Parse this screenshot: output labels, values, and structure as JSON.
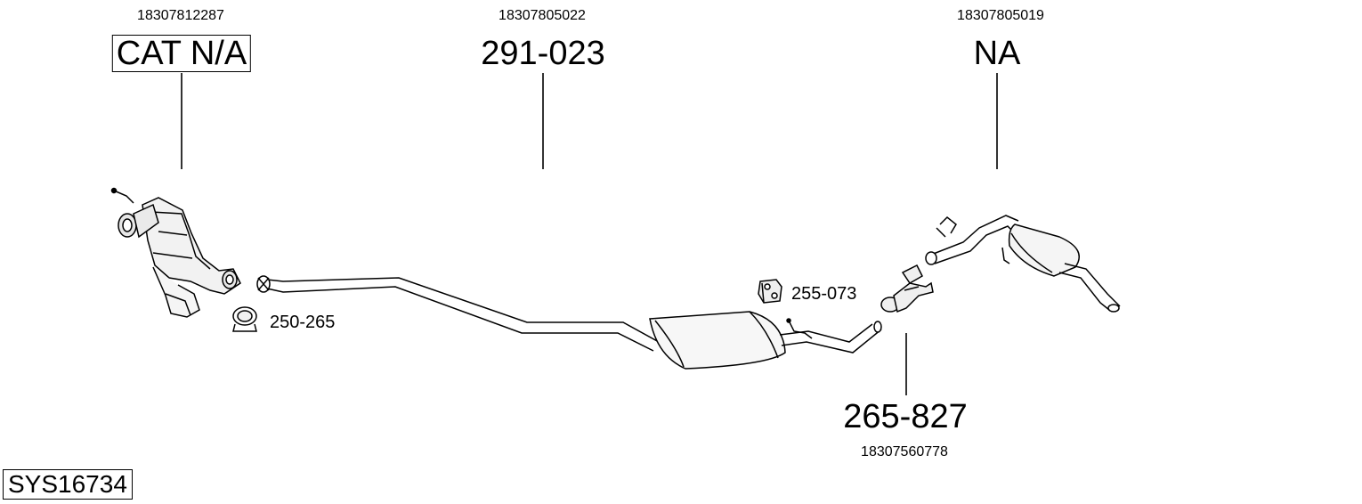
{
  "parts": {
    "cat": {
      "oem": "18307812287",
      "label": "CAT N/A"
    },
    "mid": {
      "oem": "18307805022",
      "label": "291-023"
    },
    "rear": {
      "oem": "18307805019",
      "label": "NA"
    },
    "joint": {
      "label": "265-827",
      "oem": "18307560778"
    }
  },
  "accessories": {
    "clamp": "250-265",
    "hanger": "255-073"
  },
  "system_id": "SYS16734"
}
